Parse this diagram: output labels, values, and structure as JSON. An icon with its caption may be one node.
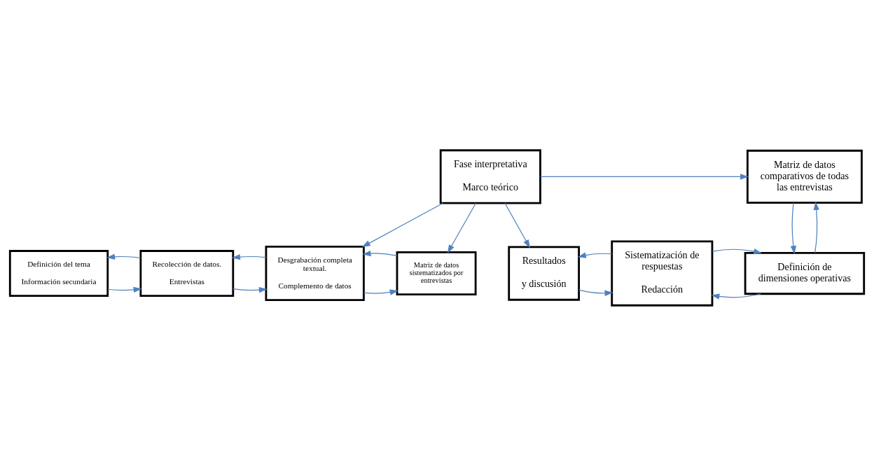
{
  "diagram": {
    "nodes": [
      {
        "text": [
          "Definición del tema",
          "Información secundaria"
        ]
      },
      {
        "text": [
          "Recolección de datos.",
          "Entrevistas"
        ]
      },
      {
        "text": [
          "Desgrabación completa textual.",
          "Complemento de datos"
        ]
      },
      {
        "text": [
          "Matriz de datos sistematizados por entrevistas"
        ]
      },
      {
        "text": [
          "Fase interpretativa",
          "Marco teórico"
        ]
      },
      {
        "text": [
          "Matriz de datos comparativos de todas las entrevistas"
        ]
      },
      {
        "text": [
          "Resultados",
          "y discusión"
        ]
      },
      {
        "text": [
          "Sistematización de respuestas",
          "Redacción"
        ]
      },
      {
        "text": [
          "Definición de dimensiones operativas"
        ]
      }
    ],
    "edges": [
      {
        "from": 0,
        "to": 1,
        "arrow": "to"
      },
      {
        "from": 1,
        "to": 0,
        "arrow": "to"
      },
      {
        "from": 1,
        "to": 2,
        "arrow": "to"
      },
      {
        "from": 2,
        "to": 1,
        "arrow": "to"
      },
      {
        "from": 2,
        "to": 3,
        "arrow": "to"
      },
      {
        "from": 3,
        "to": 2,
        "arrow": "to"
      },
      {
        "from": 4,
        "to": 2,
        "arrow": "to"
      },
      {
        "from": 4,
        "to": 3,
        "arrow": "to"
      },
      {
        "from": 4,
        "to": 5,
        "arrow": "to"
      },
      {
        "from": 4,
        "to": 6,
        "arrow": "to"
      },
      {
        "from": 5,
        "to": 8,
        "arrow": "to"
      },
      {
        "from": 8,
        "to": 5,
        "arrow": "to"
      },
      {
        "from": 8,
        "to": 7,
        "arrow": "to"
      },
      {
        "from": 7,
        "to": 8,
        "arrow": "to"
      },
      {
        "from": 6,
        "to": 7,
        "arrow": "to"
      },
      {
        "from": 7,
        "to": 6,
        "arrow": "to"
      }
    ]
  }
}
